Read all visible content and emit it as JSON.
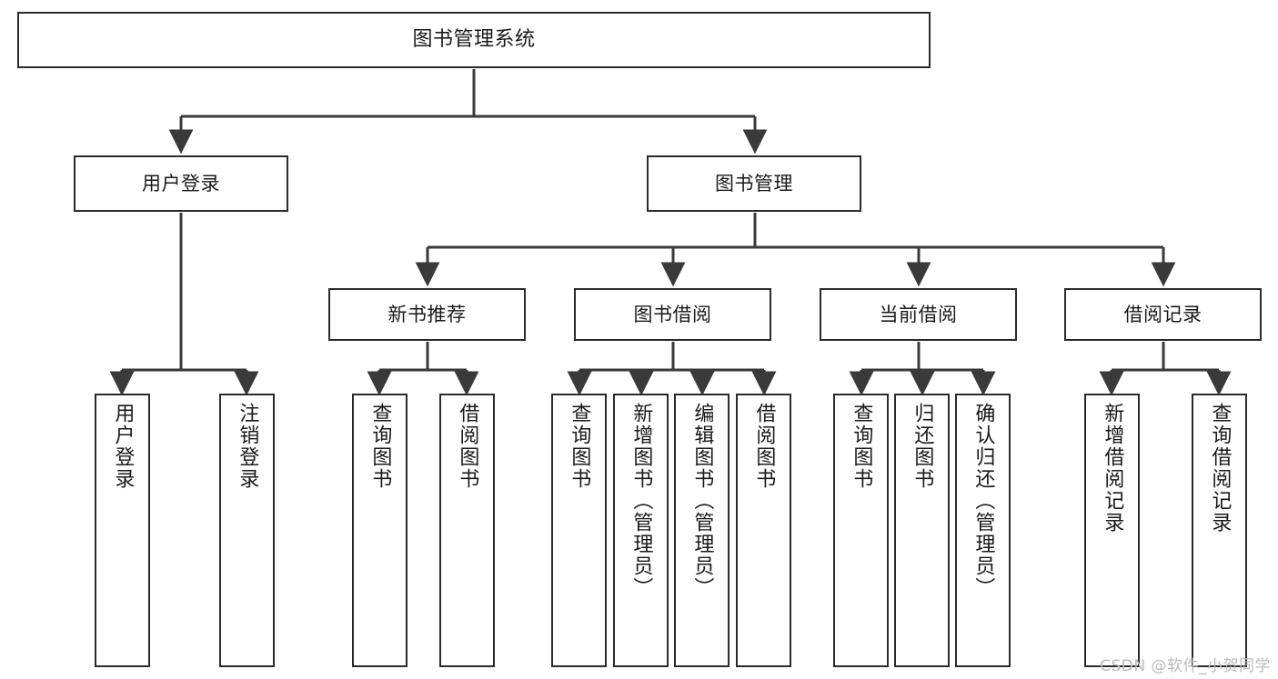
{
  "diagram": {
    "type": "tree-hierarchy",
    "title": "图书管理系统",
    "orientation": "top-down",
    "colors": {
      "box_border": "#2b2b2b",
      "box_fill": "#ffffff",
      "edge": "#3a3a3a",
      "text": "#1a1a1a",
      "watermark": "#b9b9b9",
      "background": "#ffffff"
    },
    "nodes": {
      "root": {
        "label": "图书管理系统"
      },
      "level2": [
        {
          "id": "user-login",
          "label": "用户登录"
        },
        {
          "id": "book-management",
          "label": "图书管理"
        }
      ],
      "level3": [
        {
          "id": "new-book-recommend",
          "label": "新书推荐"
        },
        {
          "id": "book-borrow",
          "label": "图书借阅"
        },
        {
          "id": "current-borrow",
          "label": "当前借阅"
        },
        {
          "id": "borrow-record",
          "label": "借阅记录"
        }
      ],
      "leaves": {
        "user-login": [
          {
            "id": "leaf-user-login",
            "label": "用户登录"
          },
          {
            "id": "leaf-logout-login",
            "label": "注销登录"
          }
        ],
        "new-book-recommend": [
          {
            "id": "leaf-query-book-1",
            "label": "查询图书"
          },
          {
            "id": "leaf-borrow-book-1",
            "label": "借阅图书"
          }
        ],
        "book-borrow": [
          {
            "id": "leaf-query-book-2",
            "label": "查询图书"
          },
          {
            "id": "leaf-add-book",
            "label": "新增图书（管理员）"
          },
          {
            "id": "leaf-edit-book",
            "label": "编辑图书（管理员）"
          },
          {
            "id": "leaf-borrow-book-2",
            "label": "借阅图书"
          }
        ],
        "current-borrow": [
          {
            "id": "leaf-query-book-3",
            "label": "查询图书"
          },
          {
            "id": "leaf-return-book",
            "label": "归还图书"
          },
          {
            "id": "leaf-confirm-return",
            "label": "确认归还（管理员）"
          }
        ],
        "borrow-record": [
          {
            "id": "leaf-add-record",
            "label": "新增借阅记录"
          },
          {
            "id": "leaf-query-record",
            "label": "查询借阅记录"
          }
        ]
      }
    },
    "watermark": "CSDN @软件_小贺同学"
  }
}
